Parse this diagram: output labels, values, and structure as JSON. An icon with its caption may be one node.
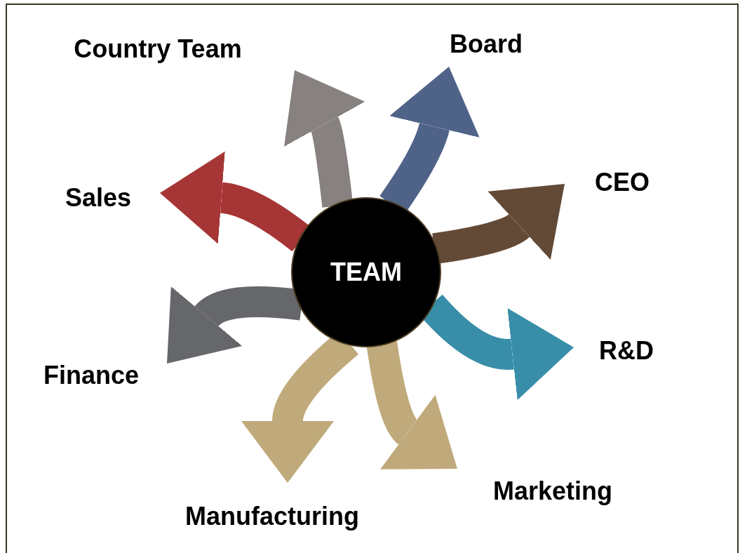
{
  "diagram": {
    "nodes": [
      {
        "text": [
          "Country Team"
        ]
      },
      {
        "text": [
          "Board"
        ]
      },
      {
        "text": [
          "CEO"
        ]
      },
      {
        "text": [
          "Sales"
        ]
      },
      {
        "text": [
          "TEAM"
        ]
      },
      {
        "text": [
          "R&D"
        ]
      },
      {
        "text": [
          "Finance"
        ]
      },
      {
        "text": [
          "Marketing"
        ]
      },
      {
        "text": [
          "Manufacturing"
        ]
      }
    ],
    "edges": [
      {
        "from": 4,
        "to": 0,
        "arrow": "to",
        "color": "#878180"
      },
      {
        "from": 4,
        "to": 1,
        "arrow": "to",
        "color": "#4f6388"
      },
      {
        "from": 4,
        "to": 2,
        "arrow": "to",
        "color": "#634a37"
      },
      {
        "from": 4,
        "to": 3,
        "arrow": "to",
        "color": "#a63535"
      },
      {
        "from": 4,
        "to": 5,
        "arrow": "to",
        "color": "#388ea9"
      },
      {
        "from": 4,
        "to": 6,
        "arrow": "to",
        "color": "#66676b"
      },
      {
        "from": 4,
        "to": 7,
        "arrow": "to",
        "color": "#c0aa7b"
      },
      {
        "from": 4,
        "to": 8,
        "arrow": "to",
        "color": "#c0aa7b"
      }
    ]
  }
}
